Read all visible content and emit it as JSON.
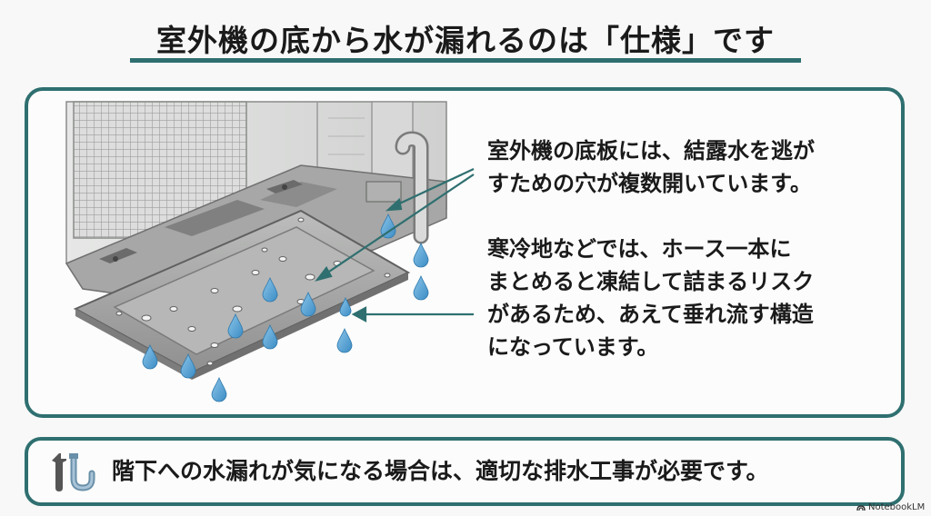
{
  "title": "室外機の底から水が漏れるのは「仕様」です",
  "explanation": {
    "block1": [
      "室外機の底板には、結露水を逃が",
      "すための穴が複数開いています。"
    ],
    "block2": [
      "寒冷地などでは、ホース一本に",
      "まとめると凍結して詰まるリスク",
      "があるため、あえて垂れ流す構造",
      "になっています。"
    ]
  },
  "bottom_note": "階下への水漏れが気になる場合は、適切な排水工事が必要です。",
  "icons": [
    "wrench-icon",
    "pipe-icon",
    "water-drop-icon",
    "notebooklm-logo-icon"
  ],
  "watermark": "NotebookLM",
  "colors": {
    "accent": "#2f6f70",
    "water": "#5aa5d6",
    "unit_gray": "#c8c9c8"
  }
}
